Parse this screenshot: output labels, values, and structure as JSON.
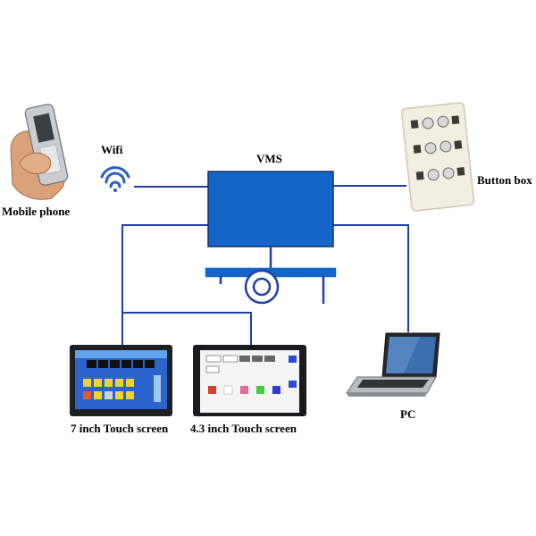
{
  "labels": {
    "vms": "VMS",
    "wifi": "Wifi",
    "mobile_phone": "Mobile phone",
    "button_box": "Button box",
    "pc": "PC",
    "screen7": "7 inch Touch screen",
    "screen43": "4.3 inch Touch screen"
  },
  "colors": {
    "wire": "#1f3fa8",
    "vms_fill": "#1565c8",
    "vms_stroke": "#15306e"
  }
}
